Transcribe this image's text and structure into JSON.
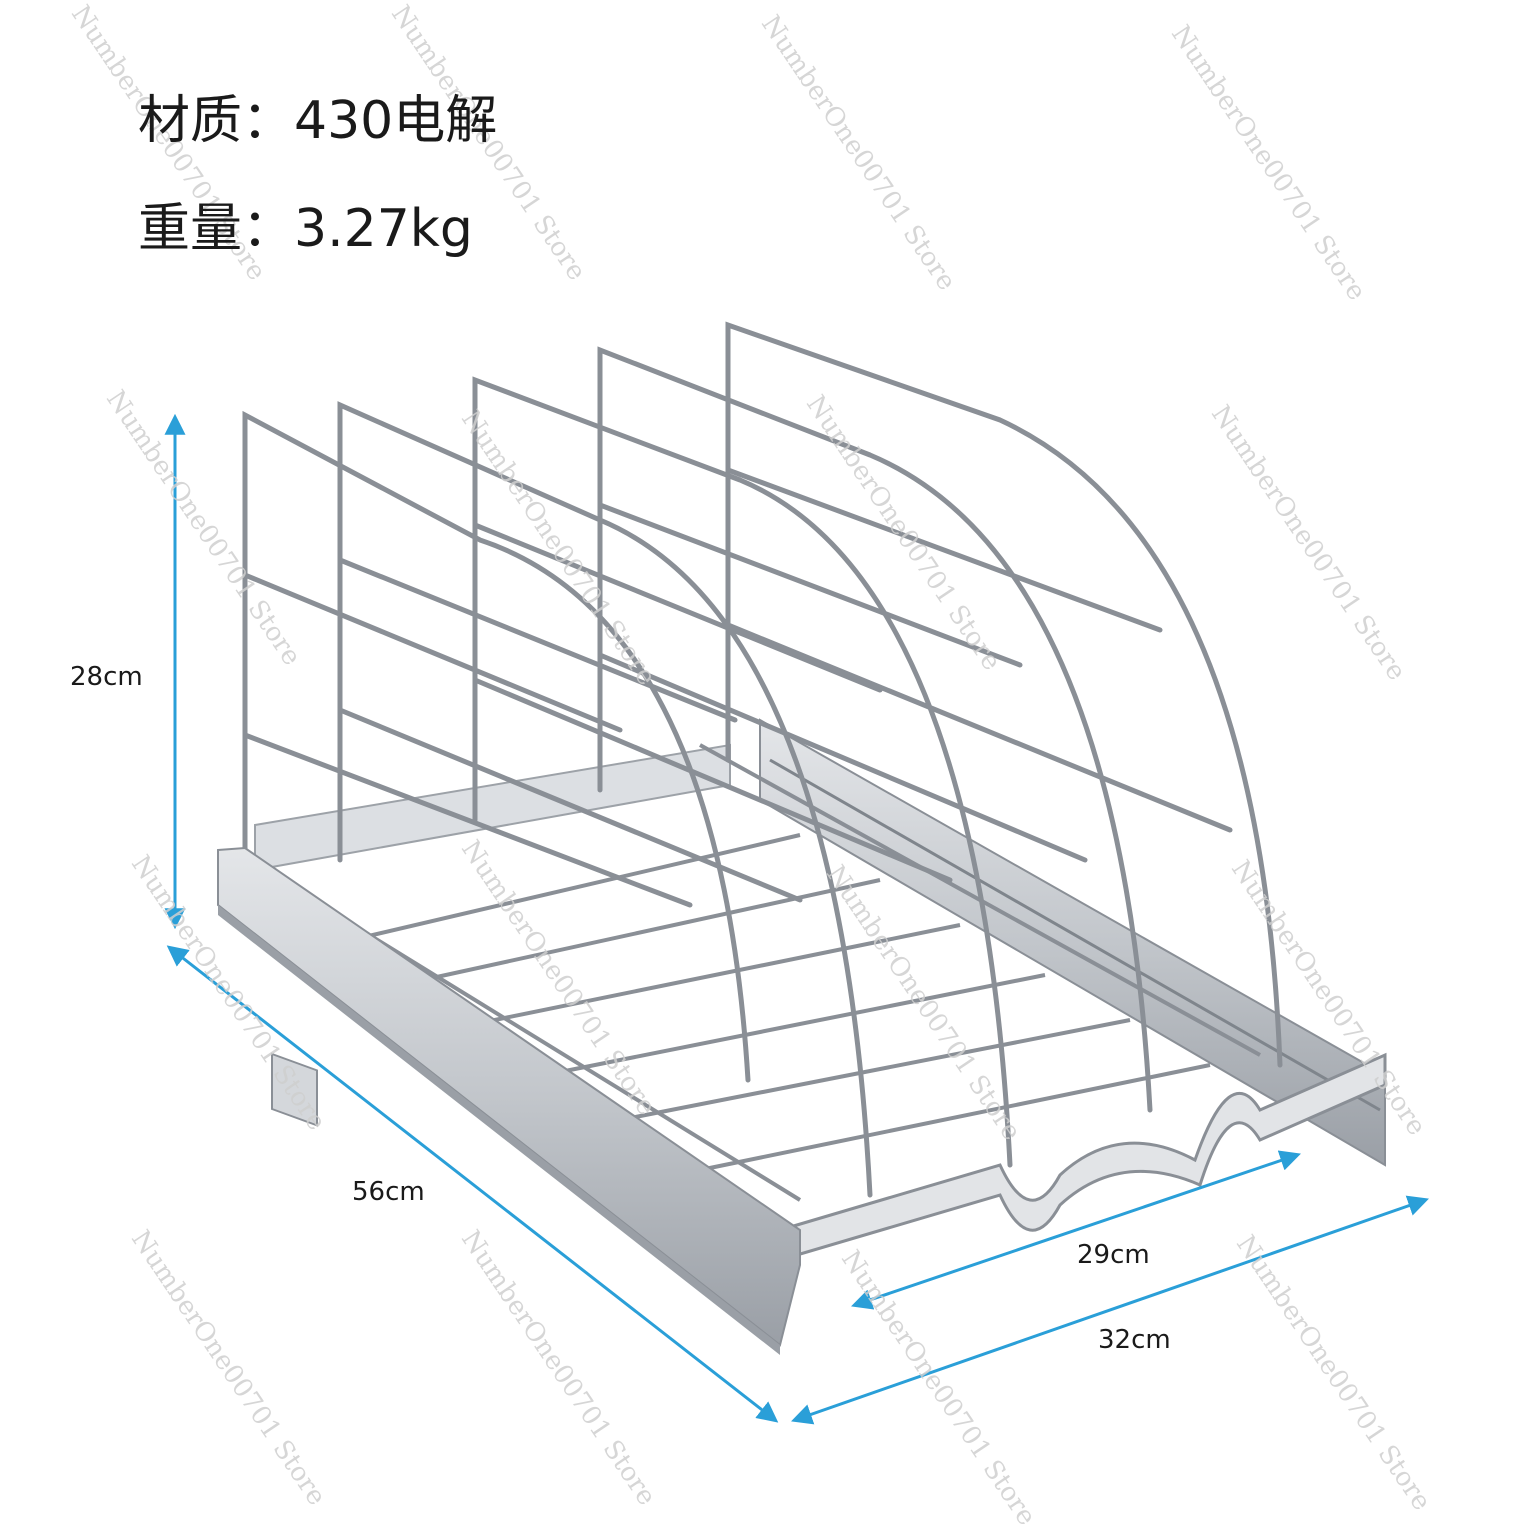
{
  "specs": {
    "material": "材质：430电解",
    "weight": "重量：3.27kg"
  },
  "dimensions": {
    "height": "28cm",
    "length": "56cm",
    "inner_width": "29cm",
    "outer_width": "32cm"
  },
  "watermark": "NumberOne00701 Store",
  "colors": {
    "arrow": "#2a9fd8",
    "chrome": "#8a8f96",
    "rail": "#c9ccd0",
    "text": "#1a1a1a"
  }
}
